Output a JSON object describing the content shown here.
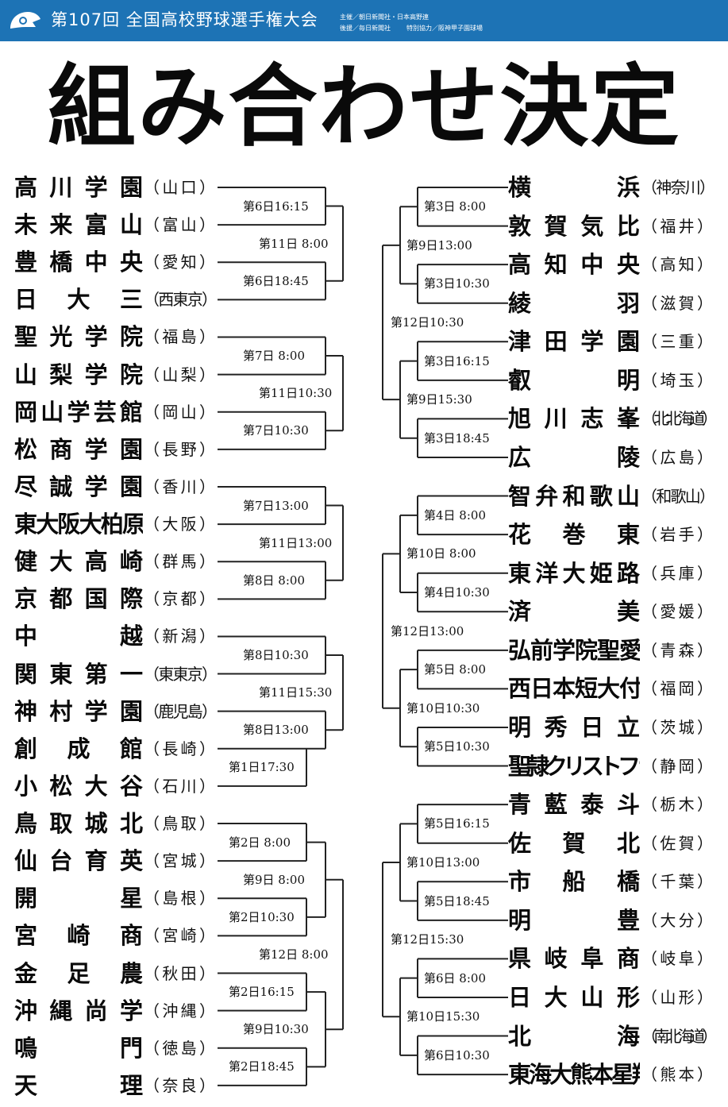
{
  "header": {
    "title": "第107回 全国高校野球選手権大会",
    "organizer": "主催／朝日新聞社・日本高野連",
    "sponsor": "後援／毎日新聞社",
    "cooperation": "特別協力／阪神甲子園球場"
  },
  "headline": "組み合わせ決定",
  "left": {
    "teams": [
      {
        "school": "高川学園",
        "pref": "（山口）"
      },
      {
        "school": "未来富山",
        "pref": "（富山）"
      },
      {
        "school": "豊橋中央",
        "pref": "（愛知）"
      },
      {
        "school": "日大三",
        "pref": "（西東京）"
      },
      {
        "school": "聖光学院",
        "pref": "（福島）"
      },
      {
        "school": "山梨学院",
        "pref": "（山梨）"
      },
      {
        "school": "岡山学芸館",
        "pref": "（岡山）"
      },
      {
        "school": "松商学園",
        "pref": "（長野）"
      },
      {
        "school": "尽誠学園",
        "pref": "（香川）"
      },
      {
        "school": "東大阪大柏原",
        "pref": "（大阪）"
      },
      {
        "school": "健大高崎",
        "pref": "（群馬）"
      },
      {
        "school": "京都国際",
        "pref": "（京都）"
      },
      {
        "school": "中越",
        "pref": "（新潟）"
      },
      {
        "school": "関東第一",
        "pref": "（東東京）"
      },
      {
        "school": "神村学園",
        "pref": "（鹿児島）"
      },
      {
        "school": "創成館",
        "pref": "（長崎）"
      },
      {
        "school": "小松大谷",
        "pref": "（石川）"
      },
      {
        "school": "鳥取城北",
        "pref": "（鳥取）"
      },
      {
        "school": "仙台育英",
        "pref": "（宮城）"
      },
      {
        "school": "開星",
        "pref": "（島根）"
      },
      {
        "school": "宮崎商",
        "pref": "（宮崎）"
      },
      {
        "school": "金足農",
        "pref": "（秋田）"
      },
      {
        "school": "沖縄尚学",
        "pref": "（沖縄）"
      },
      {
        "school": "鳴門",
        "pref": "（徳島）"
      },
      {
        "school": "天理",
        "pref": "（奈良）"
      }
    ],
    "r1": [
      "第6日16:15",
      "第6日18:45",
      "第7日 8:00",
      "第7日10:30",
      "第7日13:00",
      "第8日 8:00",
      "第8日10:30",
      "第8日13:00",
      "第2日 8:00",
      "第2日10:30",
      "第2日16:15",
      "第2日18:45"
    ],
    "r2": [
      "第11日 8:00",
      "第11日10:30",
      "第11日13:00",
      "第11日15:30",
      "第9日 8:00",
      "第9日10:30"
    ],
    "r3": [
      "第12日 8:00"
    ],
    "extra": [
      "第1日17:30"
    ]
  },
  "right": {
    "teams": [
      {
        "school": "横浜",
        "pref": "（神奈川）"
      },
      {
        "school": "敦賀気比",
        "pref": "（福井）"
      },
      {
        "school": "高知中央",
        "pref": "（高知）"
      },
      {
        "school": "綾羽",
        "pref": "（滋賀）"
      },
      {
        "school": "津田学園",
        "pref": "（三重）"
      },
      {
        "school": "叡明",
        "pref": "（埼玉）"
      },
      {
        "school": "旭川志峯",
        "pref": "（北北海道）"
      },
      {
        "school": "広陵",
        "pref": "（広島）"
      },
      {
        "school": "智弁和歌山",
        "pref": "（和歌山）"
      },
      {
        "school": "花巻東",
        "pref": "（岩手）"
      },
      {
        "school": "東洋大姫路",
        "pref": "（兵庫）"
      },
      {
        "school": "済美",
        "pref": "（愛媛）"
      },
      {
        "school": "弘前学院聖愛",
        "pref": "（青森）"
      },
      {
        "school": "西日本短大付",
        "pref": "（福岡）"
      },
      {
        "school": "明秀日立",
        "pref": "（茨城）"
      },
      {
        "school": "聖隷クリストファー",
        "pref": "（静岡）"
      },
      {
        "school": "青藍泰斗",
        "pref": "（栃木）"
      },
      {
        "school": "佐賀北",
        "pref": "（佐賀）"
      },
      {
        "school": "市船橋",
        "pref": "（千葉）"
      },
      {
        "school": "明豊",
        "pref": "（大分）"
      },
      {
        "school": "県岐阜商",
        "pref": "（岐阜）"
      },
      {
        "school": "日大山形",
        "pref": "（山形）"
      },
      {
        "school": "北海",
        "pref": "（南北海道）"
      },
      {
        "school": "東海大熊本星翔",
        "pref": "（熊本）"
      }
    ],
    "r1": [
      "第3日 8:00",
      "第3日10:30",
      "第3日16:15",
      "第3日18:45",
      "第4日 8:00",
      "第4日10:30",
      "第5日 8:00",
      "第5日10:30",
      "第5日16:15",
      "第5日18:45",
      "第6日 8:00",
      "第6日10:30"
    ],
    "r2": [
      "第9日13:00",
      "第9日15:30",
      "第10日 8:00",
      "第10日10:30",
      "第10日13:00",
      "第10日15:30"
    ],
    "r3": [
      "第12日10:30",
      "第12日13:00",
      "第12日15:30"
    ]
  },
  "colors": {
    "header_bg": "#1d73b5",
    "header_text": "#ffffff",
    "text": "#111111"
  }
}
